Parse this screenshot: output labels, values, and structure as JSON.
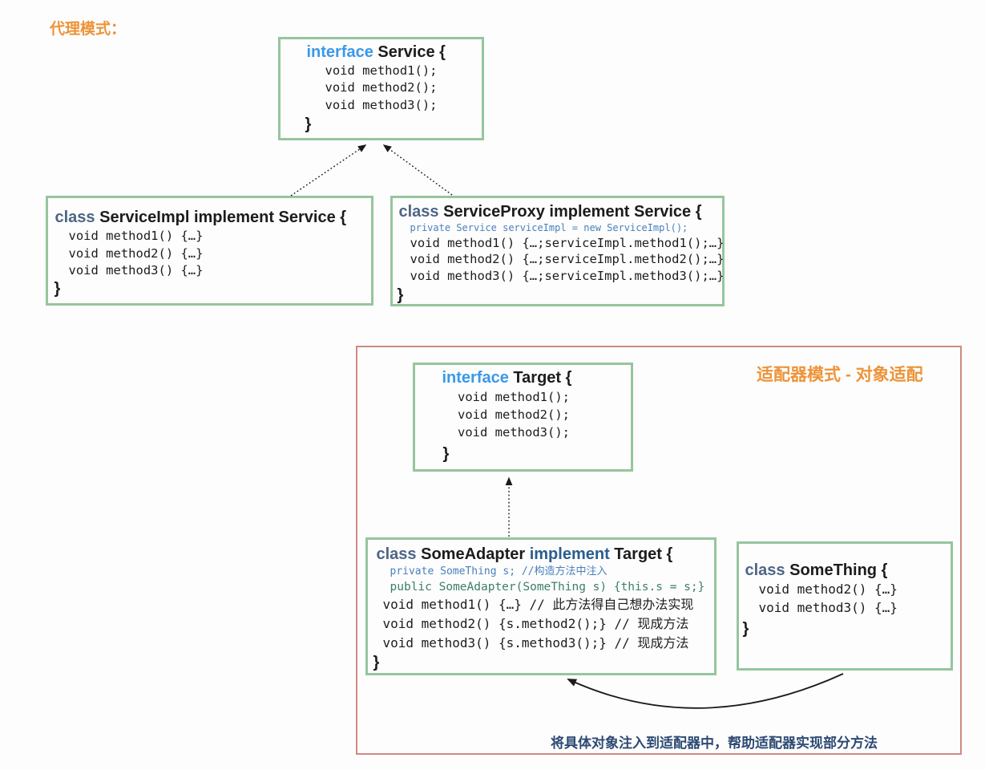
{
  "labels": {
    "proxy_section": "代理模式：",
    "adapter_section": "适配器模式 - 对象适配",
    "adapter_caption": "将具体对象注入到适配器中，帮助适配器实现部分方法"
  },
  "colors": {
    "background": "#fdfdfd",
    "box_border_green": "#96c59e",
    "box_fill": "#fcfdfc",
    "panel_border_red": "#cd8b83",
    "label_orange": "#ed9338",
    "keyword_interface_blue": "#3b99e8",
    "keyword_class_slate": "#4d6586",
    "keyword_implement_blue": "#2b5c8f",
    "code_field_blue": "#4a80bf",
    "code_ctor_green": "#3e7d6b",
    "caption_navy": "#2d4a73",
    "code_black": "#1c1c1c",
    "arrow_black": "#1a1a1a"
  },
  "boxes": {
    "service": {
      "kw": "interface",
      "name": " Service {",
      "lines": [
        "void method1();",
        "void method2();",
        "void method3();"
      ],
      "close": "}"
    },
    "serviceimpl": {
      "kw": "class",
      "name": " ServiceImpl implement Service {",
      "lines": [
        "void method1() {…}",
        "void method2() {…}",
        "void method3() {…}"
      ],
      "close": "}"
    },
    "serviceproxy": {
      "kw": "class",
      "name": " ServiceProxy implement Service {",
      "field": "private Service serviceImpl = new ServiceImpl();",
      "lines": [
        "void method1() {…;serviceImpl.method1();…}",
        "void method2() {…;serviceImpl.method2();…}",
        "void method3() {…;serviceImpl.method3();…}"
      ],
      "close": "}"
    },
    "target": {
      "kw": "interface",
      "name": " Target {",
      "lines": [
        "void method1();",
        "void method2();",
        "void method3();"
      ],
      "close": "}"
    },
    "someadapter": {
      "kw": "class",
      "name": " SomeAdapter ",
      "kw2": "implement",
      "name2": " Target {",
      "field": "private SomeThing s; //构造方法中注入",
      "ctor": "public SomeAdapter(SomeThing s) {this.s = s;}",
      "lines": [
        "void method1() {…} // 此方法得自己想办法实现",
        "void method2() {s.method2();} // 现成方法",
        "void method3() {s.method3();} // 现成方法"
      ],
      "close": "}"
    },
    "something": {
      "kw": "class",
      "name": " SomeThing {",
      "lines": [
        "void method2() {…}",
        "void method3() {…}"
      ],
      "close": "}"
    }
  }
}
